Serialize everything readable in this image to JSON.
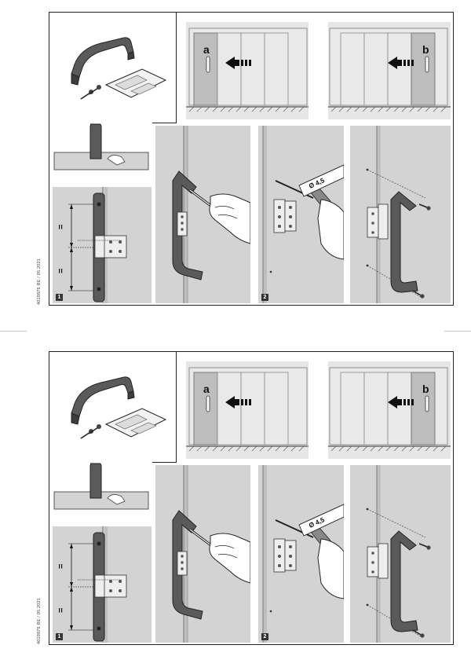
{
  "document_code": "4019876 RE / 05.2021",
  "sheets": [
    {
      "id": "top",
      "door_labels": [
        "a",
        "b"
      ],
      "drill_diameter": "Ø 4,5",
      "step_numbers": [
        "1",
        "2"
      ]
    },
    {
      "id": "bottom",
      "door_labels": [
        "a",
        "b"
      ],
      "drill_diameter": "Ø 4,5",
      "step_numbers": [
        "1",
        "2"
      ]
    }
  ],
  "measure_marks": [
    "=",
    "="
  ],
  "colors": {
    "panel_gray": "#d3d3d3",
    "handle": "#5a5a5a",
    "outline": "#222222"
  },
  "icons": [
    "handle-icon",
    "screw-icon",
    "instruction-sheet-icon",
    "arrow-left-icon",
    "drill-icon",
    "hand-icon",
    "pencil-icon"
  ]
}
